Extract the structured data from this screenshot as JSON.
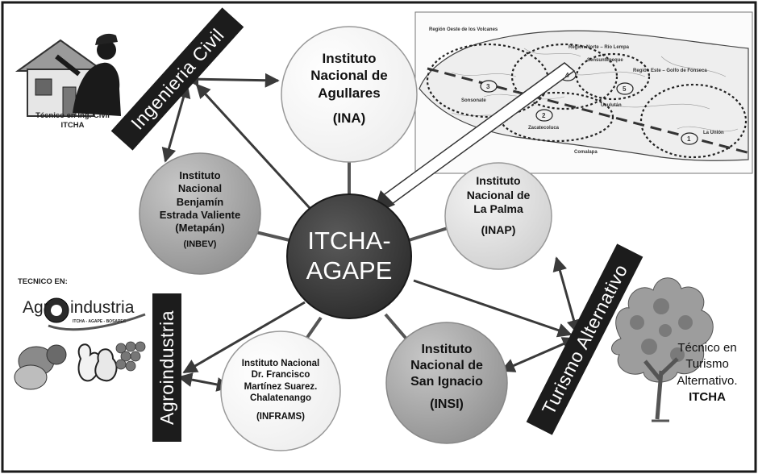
{
  "center": {
    "line1": "ITCHA-",
    "line2": "AGAPE"
  },
  "institutes": [
    {
      "lines": [
        "Instituto",
        "Nacional de",
        "Agullares"
      ],
      "abbr": "(INA)"
    },
    {
      "lines": [
        "Instituto",
        "Nacional de",
        "La Palma"
      ],
      "abbr": "(INAP)"
    },
    {
      "lines": [
        "Instituto",
        "Nacional de",
        "San Ignacio"
      ],
      "abbr": "(INSI)"
    },
    {
      "lines": [
        "Instituto Nacional",
        "Dr. Francisco",
        "Martínez Suarez.",
        "Chalatenango"
      ],
      "abbr": "(INFRAMS)"
    },
    {
      "lines": [
        "Instituto",
        "Nacional",
        "Benjamín",
        "Estrada Valiente",
        "(Metapán)"
      ],
      "abbr": "(INBEV)"
    }
  ],
  "careers": {
    "civil": {
      "band": "Ingenieria Civil",
      "caption_line1": "Técnico en Ing. Civil",
      "caption_line2": "ITCHA"
    },
    "agro": {
      "band": "Agroindustria",
      "header": "TECNICO EN:",
      "logo_left": "Agr",
      "logo_right": "industria",
      "logo_sub": "ITCHA - AGAPE - BOSAPEC"
    },
    "turismo": {
      "band": "Turismo Alternativo",
      "caption": [
        "Técnico en",
        "Turismo",
        "Alternativo."
      ],
      "caption_org": "ITCHA"
    }
  },
  "map": {
    "region_labels": [
      "Región Oeste de los Volcanes",
      "Región Norte – Río Lempa",
      "Región Este – Golfo de Fonseca"
    ],
    "place_labels": [
      "Sonsonate",
      "Zacatecoluca",
      "Usulután",
      "Comalapa",
      "La Unión",
      "Sensuntepeque"
    ],
    "zone_numbers": [
      "1",
      "2",
      "3",
      "4",
      "5"
    ]
  }
}
